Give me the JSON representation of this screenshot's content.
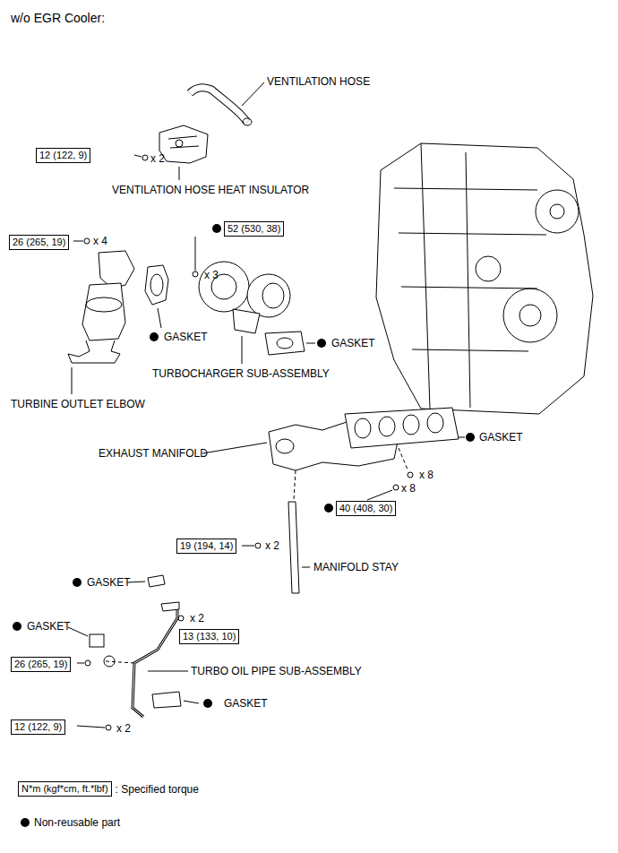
{
  "diagram": {
    "title": "w/o EGR Cooler:",
    "nodes": [
      {
        "text": [
          "12 (122, 9)"
        ]
      },
      {
        "text": [
          "52 (530, 38)"
        ]
      },
      {
        "text": [
          "26 (265, 19)"
        ]
      },
      {
        "text": [
          "40 (408, 30)"
        ]
      },
      {
        "text": [
          "19 (194, 14)"
        ]
      },
      {
        "text": [
          "13 (133, 10)"
        ]
      },
      {
        "text": [
          "26 (265, 19)"
        ]
      },
      {
        "text": [
          "12 (122, 9)"
        ]
      },
      {
        "text": [
          "N*m (kgf*cm, ft.*lbf)"
        ]
      }
    ],
    "labels": [
      "VENTILATION HOSE",
      "x 2",
      "VENTILATION HOSE HEAT INSULATOR",
      "x 4",
      "GASKET",
      "x 3",
      "GASKET",
      "TURBOCHARGER SUB-ASSEMBLY",
      "TURBINE OUTLET ELBOW",
      "EXHAUST MANIFOLD",
      "GASKET",
      "x 8",
      "x 8",
      "x 2",
      "MANIFOLD STAY",
      "GASKET",
      "x 2",
      "GASKET",
      "TURBO OIL PIPE SUB-ASSEMBLY",
      "GASKET",
      "x 2"
    ],
    "legend": [
      {
        "text": ": Specified torque"
      },
      {
        "text": "Non-reusable part"
      }
    ]
  }
}
